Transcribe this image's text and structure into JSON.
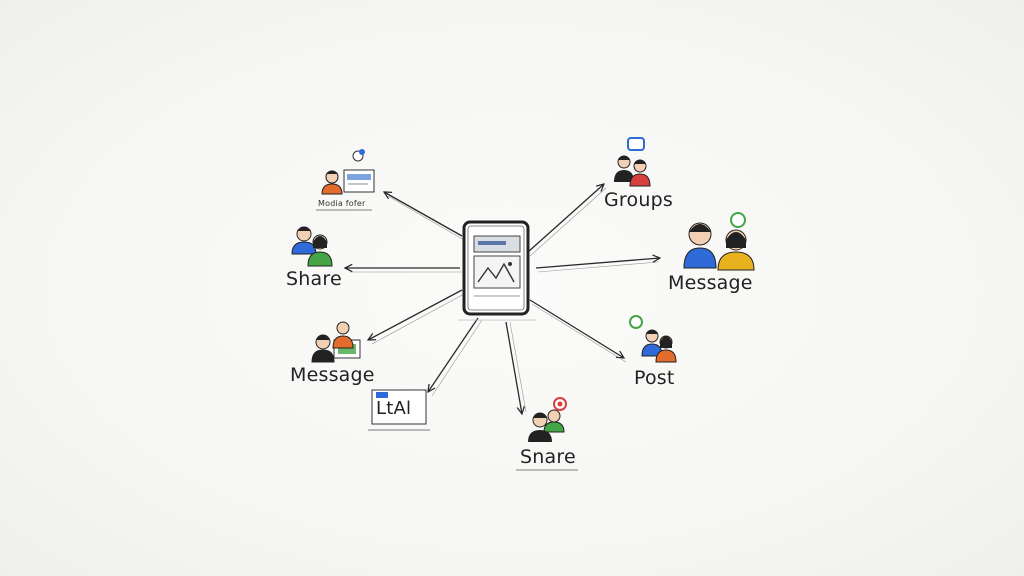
{
  "diagram": {
    "nodes": [
      {
        "id": "top-left",
        "label": "Modia fofer"
      },
      {
        "id": "share-left",
        "label": "Share"
      },
      {
        "id": "message-left",
        "label": "Message"
      },
      {
        "id": "ltv",
        "label": "LtAl"
      },
      {
        "id": "share-bottom",
        "label": "Snare"
      },
      {
        "id": "post",
        "label": "Post"
      },
      {
        "id": "message-right",
        "label": "Message"
      },
      {
        "id": "groups",
        "label": "Groups"
      }
    ],
    "colors": {
      "ink": "#222222",
      "orange": "#e36b2c",
      "blue": "#2f6bd8",
      "green": "#43a545",
      "red": "#d84040",
      "yellow": "#e8b21f"
    }
  }
}
